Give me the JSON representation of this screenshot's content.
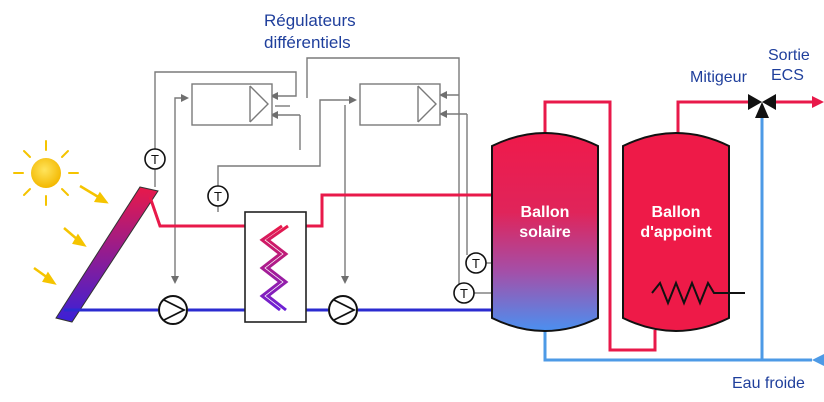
{
  "labels": {
    "regulators_line1": "Régulateurs",
    "regulators_line2": "différentiels",
    "solar_tank_line1": "Ballon",
    "solar_tank_line2": "solaire",
    "backup_tank_line1": "Ballon",
    "backup_tank_line2": "d'appoint",
    "mixer": "Mitigeur",
    "outlet_line1": "Sortie",
    "outlet_line2": "ECS",
    "cold_water": "Eau froide"
  },
  "sensor_letter": "T",
  "colors": {
    "hot": "#e8194a",
    "cold": "#2b2bd0",
    "cold_water": "#4d9ae6",
    "control": "#7a7a7a",
    "text": "#1f3f9c",
    "sun": "#f5c400"
  }
}
